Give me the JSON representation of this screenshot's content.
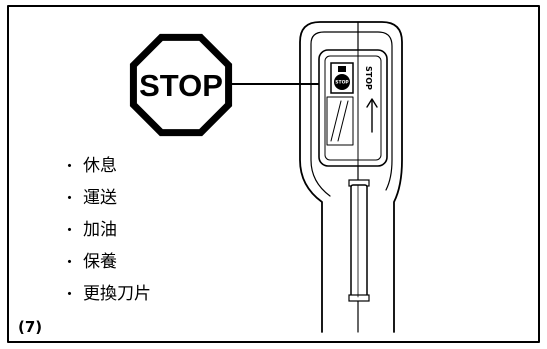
{
  "figure": {
    "label": "(7)"
  },
  "stop_sign": {
    "text": "STOP",
    "color": "#000000"
  },
  "switch": {
    "label": "STOP",
    "stop_symbol_text": "STOP",
    "arrow_icon": "up-arrow-icon"
  },
  "list": {
    "bullet": "・",
    "items": [
      "休息",
      "運送",
      "加油",
      "保養",
      "更換刀片"
    ]
  },
  "colors": {
    "line": "#000000",
    "background": "#ffffff"
  }
}
